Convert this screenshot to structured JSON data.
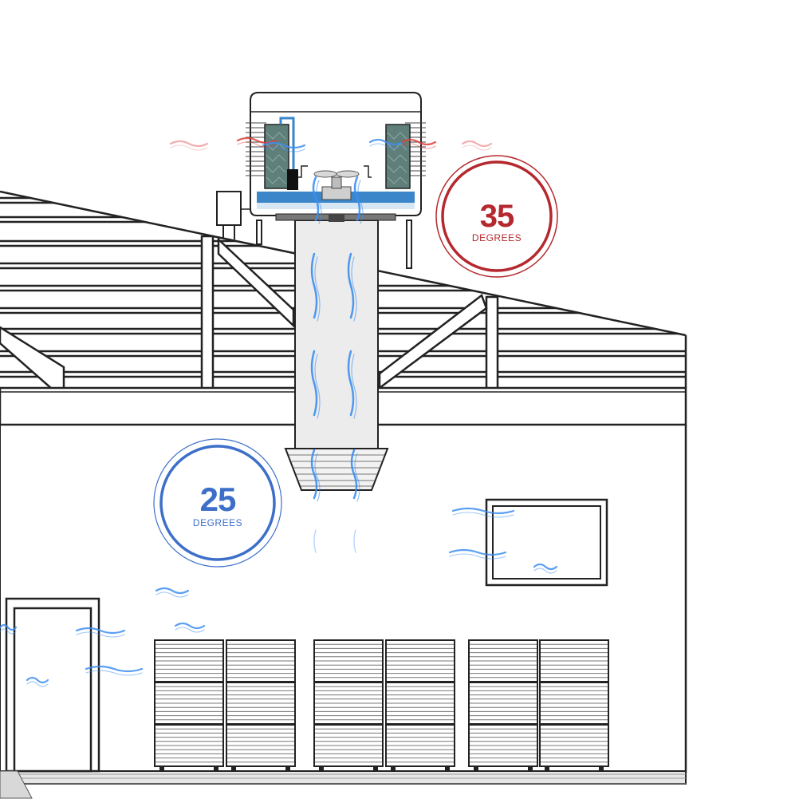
{
  "outdoor_temp": {
    "value": "35",
    "unit": "DEGREES",
    "color": "#b5282e"
  },
  "indoor_temp": {
    "value": "25",
    "unit": "DEGREES",
    "color": "#3d6fc9"
  },
  "colors": {
    "line": "#222222",
    "cool_air": "#3d8ef0",
    "hot_air": "#e2403a",
    "duct": "#ececec",
    "cooler_water": "#3a86c8",
    "cooler_pad": "#5f7f7a"
  }
}
